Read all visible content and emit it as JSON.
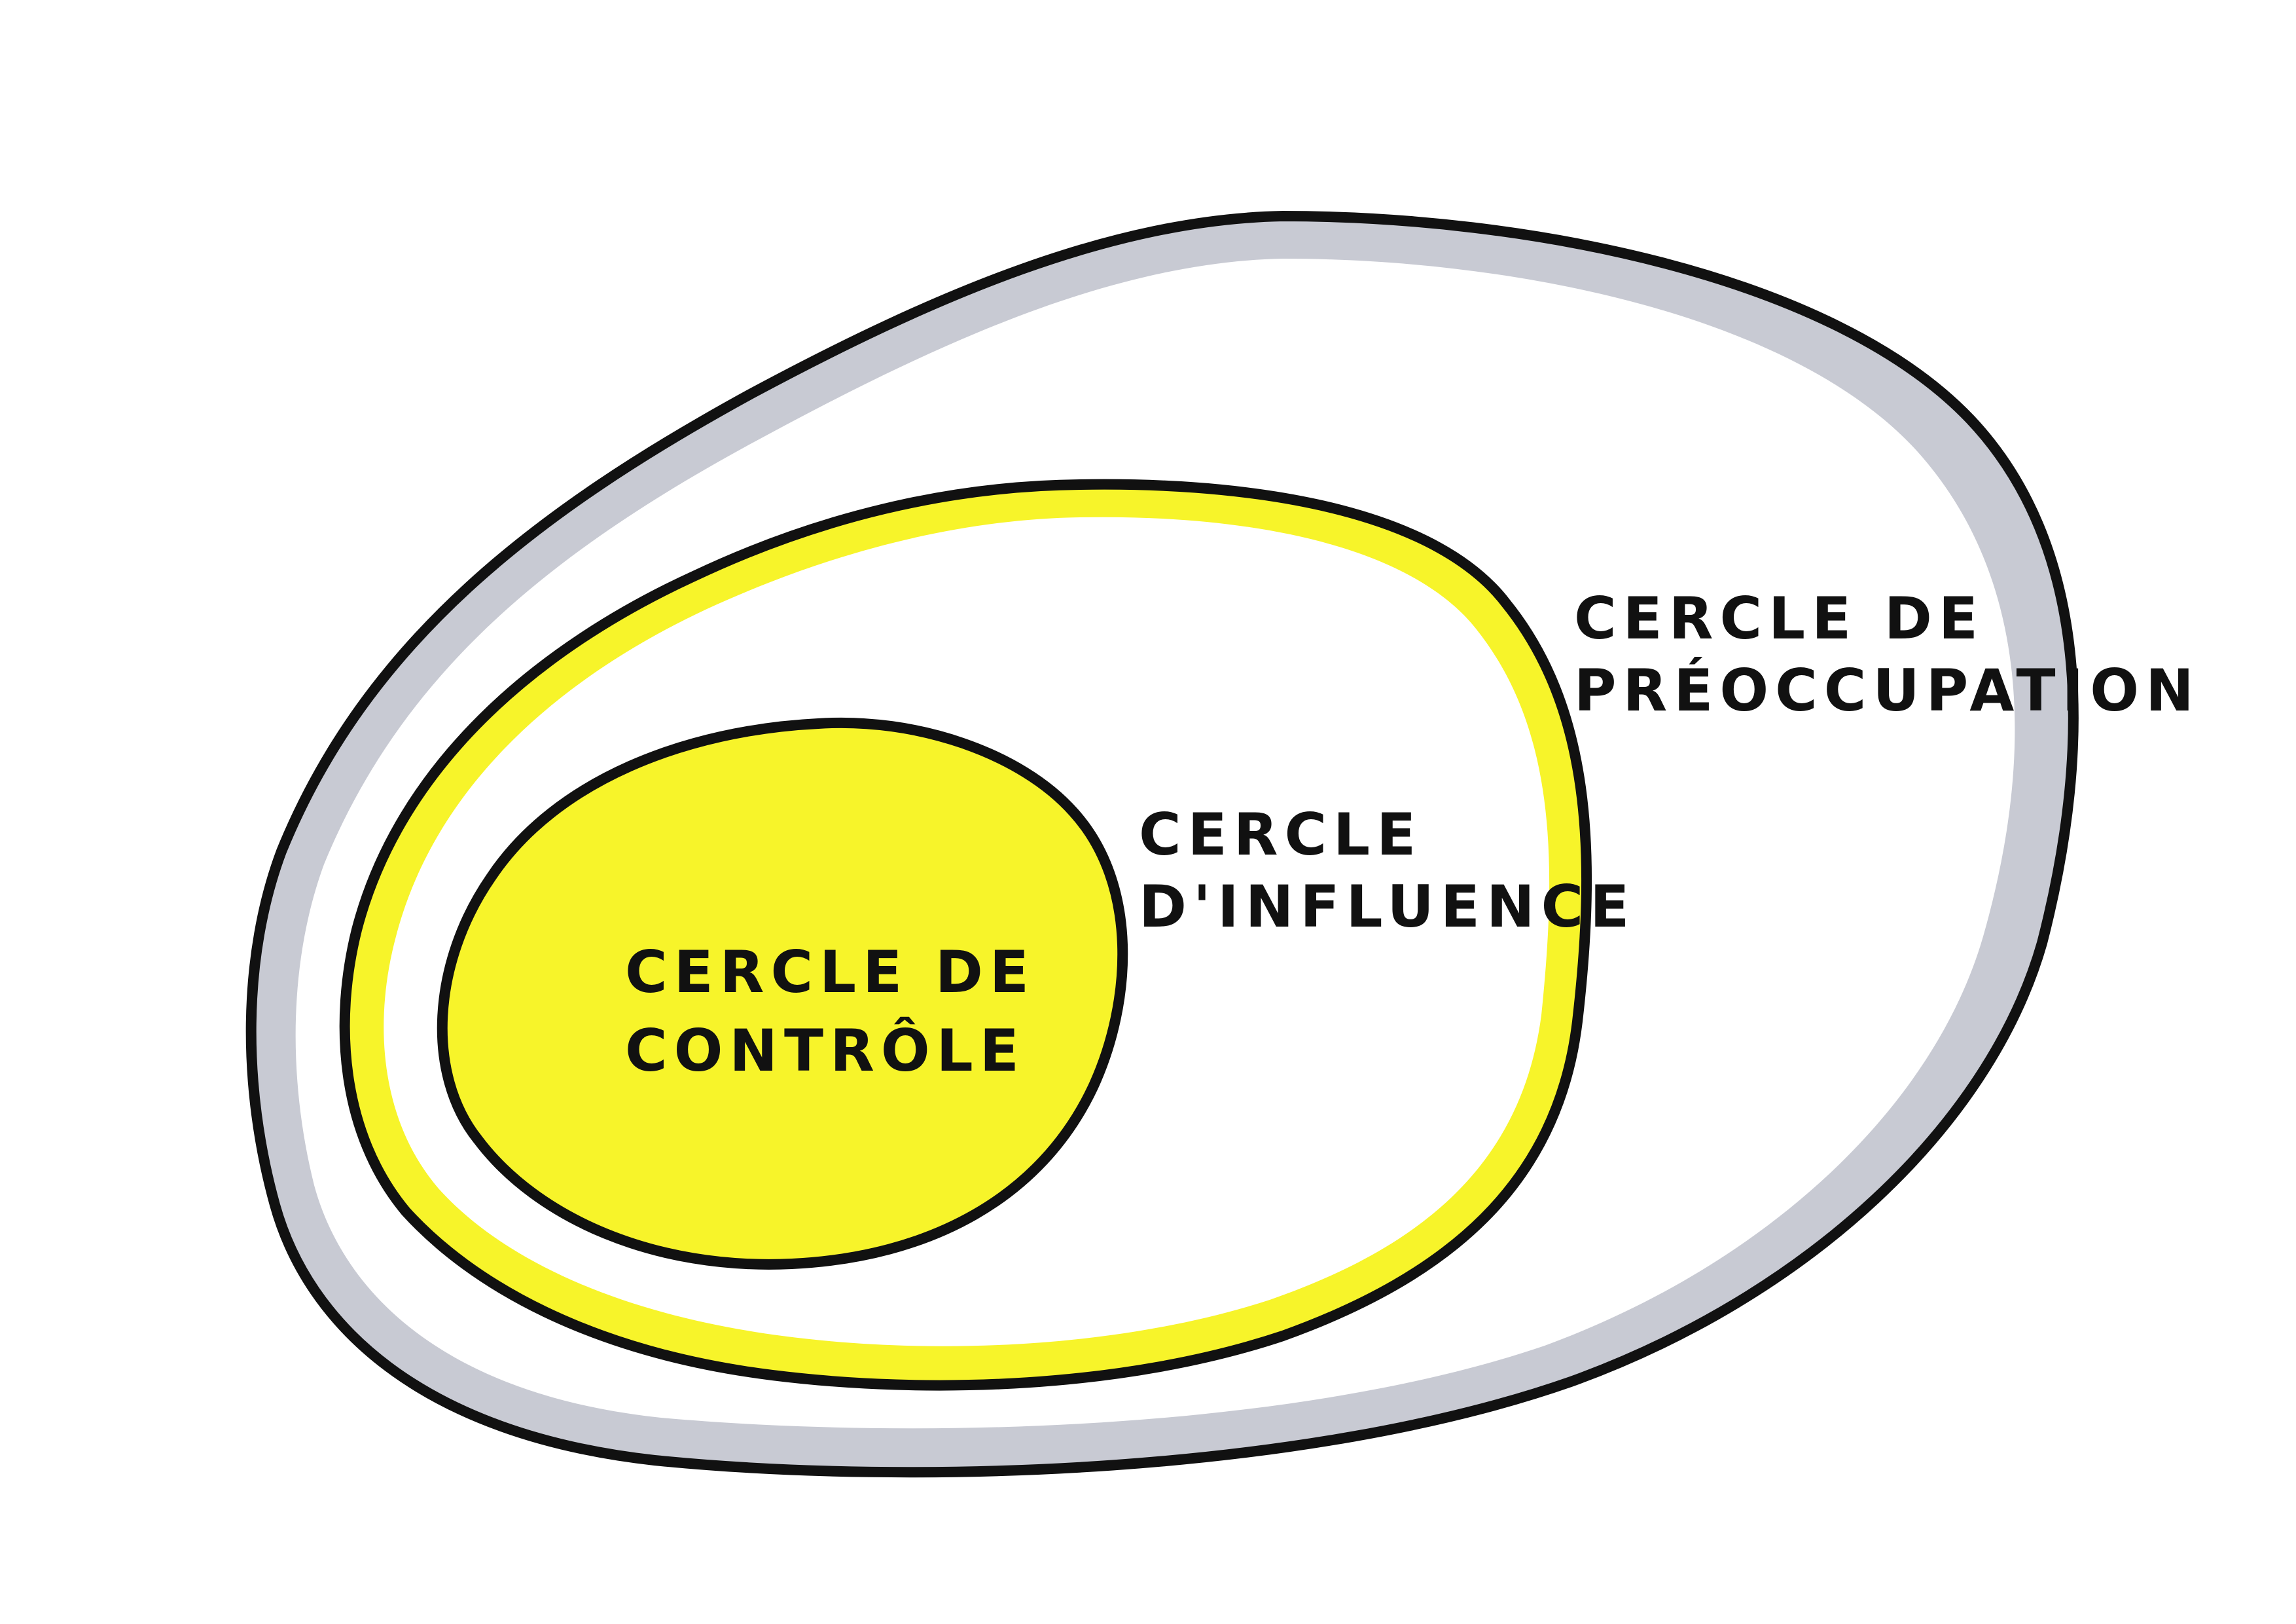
{
  "diagram": {
    "circles": [
      {
        "id": "preoccupation",
        "label_lines": [
          "CERCLE DE",
          "PRÉOCCUPATION"
        ],
        "fill": "#ffffff",
        "rim": "#c8cad3"
      },
      {
        "id": "influence",
        "label_lines": [
          "CERCLE",
          "D'INFLUENCE"
        ],
        "fill": "#ffffff",
        "rim": "#f7f42a"
      },
      {
        "id": "controle",
        "label_lines": [
          "CERCLE DE",
          "CONTRÔLE"
        ],
        "fill": "#f7f42a",
        "rim": "#f7f42a"
      }
    ],
    "outline_color": "#111111"
  }
}
